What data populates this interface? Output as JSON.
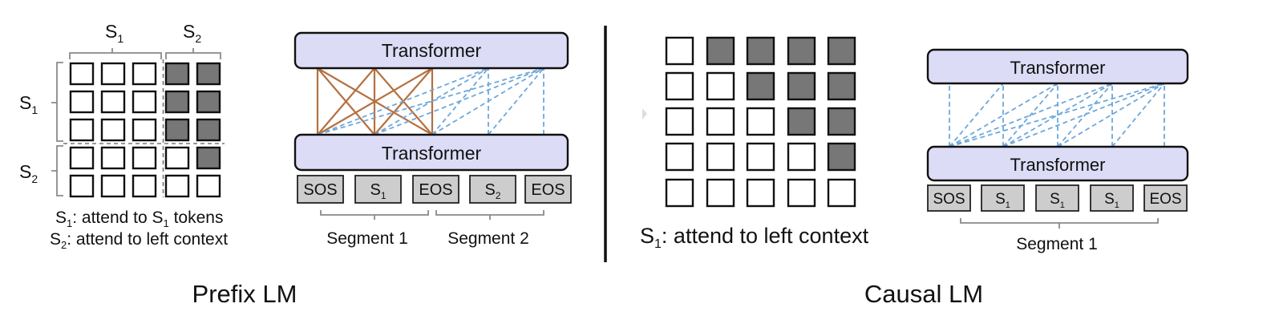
{
  "colors": {
    "transformer_fill": "#dcdcf6",
    "token_fill": "#cdcdcd",
    "masked_cell": "#777777",
    "open_cell": "#ffffff",
    "full_attention_line": "#b5703f",
    "causal_attention_line": "#6ea8dc",
    "separator": "#111111"
  },
  "prefix_lm": {
    "caption": "Prefix LM",
    "matrix": {
      "col_labels": [
        {
          "base": "S",
          "sub": "1"
        },
        {
          "base": "S",
          "sub": "2"
        }
      ],
      "row_labels": [
        {
          "base": "S",
          "sub": "1"
        },
        {
          "base": "S",
          "sub": "2"
        }
      ],
      "cells": [
        [
          0,
          0,
          0,
          1,
          1
        ],
        [
          0,
          0,
          0,
          1,
          1
        ],
        [
          0,
          0,
          0,
          1,
          1
        ],
        [
          0,
          0,
          0,
          0,
          1
        ],
        [
          0,
          0,
          0,
          0,
          0
        ]
      ],
      "legend": [
        {
          "a": "S",
          "a_sub": "1",
          "text": ": attend to ",
          "b": "S",
          "b_sub": "1",
          "tail": " tokens"
        },
        {
          "a": "S",
          "a_sub": "2",
          "text": ": attend to left context"
        }
      ]
    },
    "model": {
      "top_label": "Transformer",
      "bottom_label": "Transformer",
      "tokens": [
        {
          "base": "SOS",
          "sub": ""
        },
        {
          "base": "S",
          "sub": "1"
        },
        {
          "base": "EOS",
          "sub": ""
        },
        {
          "base": "S",
          "sub": "2"
        },
        {
          "base": "EOS",
          "sub": ""
        }
      ],
      "segments": [
        "Segment 1",
        "Segment 2"
      ]
    }
  },
  "causal_lm": {
    "caption": "Causal LM",
    "matrix": {
      "cells": [
        [
          0,
          1,
          1,
          1,
          1
        ],
        [
          0,
          0,
          1,
          1,
          1
        ],
        [
          0,
          0,
          0,
          1,
          1
        ],
        [
          0,
          0,
          0,
          0,
          1
        ],
        [
          0,
          0,
          0,
          0,
          0
        ]
      ],
      "legend": [
        {
          "a": "S",
          "a_sub": "1",
          "text": ": attend to left context"
        }
      ]
    },
    "model": {
      "top_label": "Transformer",
      "bottom_label": "Transformer",
      "tokens": [
        {
          "base": "SOS",
          "sub": ""
        },
        {
          "base": "S",
          "sub": "1"
        },
        {
          "base": "S",
          "sub": "1"
        },
        {
          "base": "S",
          "sub": "1"
        },
        {
          "base": "EOS",
          "sub": ""
        }
      ],
      "segments": [
        "Segment 1"
      ]
    }
  }
}
